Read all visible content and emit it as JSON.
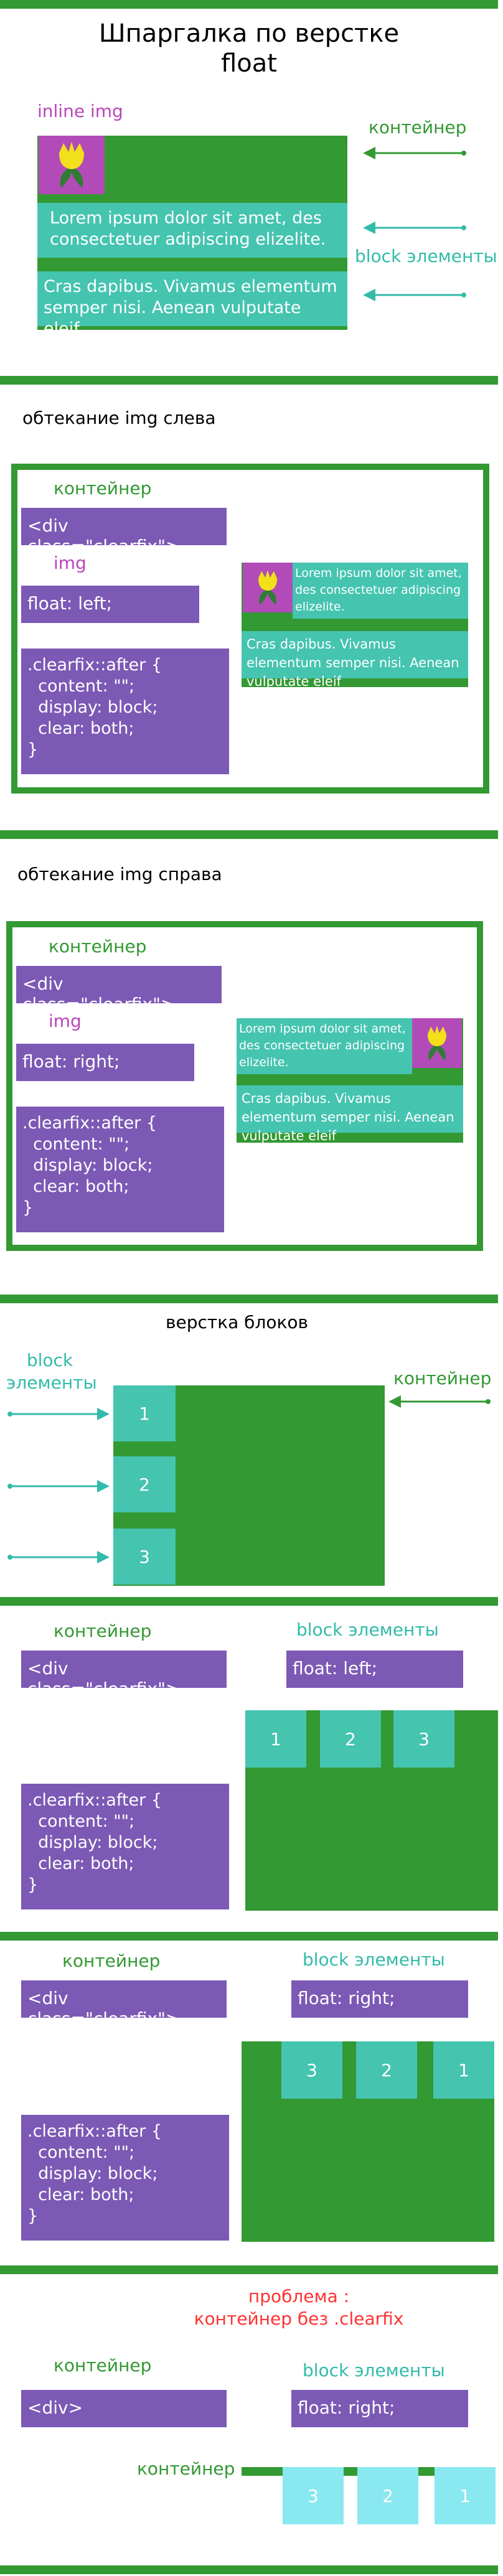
{
  "title": {
    "line1": "Шпаргалка по верстке",
    "line2": "float"
  },
  "colors": {
    "green": "#339933",
    "teal": "#45c4b0",
    "purple": "#7c59b5",
    "magenta": "#b24bb8",
    "red": "#ff3333",
    "light_cyan": "#8ae8f0"
  },
  "section1": {
    "inline_img_label": "inline img",
    "container_label": "контейнер",
    "block_label": "block элементы",
    "text1": "Lorem ipsum dolor sit amet, des consectetuer adipiscing elizelite.",
    "text2": "Cras dapibus. Vivamus elementum semper nisi. Aenean vulputate eleif",
    "icon": "tulip-icon"
  },
  "section2": {
    "heading": "обтекание img слева",
    "container_label": "контейнер",
    "clearfix_div": "<div class=\"clearfix\">",
    "img_label": "img",
    "float_rule": "float: left;",
    "clearfix_code": ".clearfix::after {\n  content: \"\";\n  display: block;\n  clear: both;\n}",
    "text1": "Lorem ipsum dolor sit amet, des consectetuer adipiscing elizelite.",
    "text2": "Cras dapibus. Vivamus elementum semper nisi. Aenean vulputate eleif"
  },
  "section3": {
    "heading": "обтекание img справа",
    "container_label": "контейнер",
    "clearfix_div": "<div class=\"clearfix\">",
    "img_label": "img",
    "float_rule": "float: right;",
    "clearfix_code": ".clearfix::after {\n  content: \"\";\n  display: block;\n  clear: both;\n}",
    "text1": "Lorem ipsum dolor sit amet, des consectetuer adipiscing elizelite.",
    "text2": "Cras dapibus. Vivamus elementum semper nisi. Aenean vulputate eleif"
  },
  "section4": {
    "heading": "верстка блоков",
    "block_label_line1": "block",
    "block_label_line2": "элементы",
    "container_label": "контейнер",
    "blocks": [
      "1",
      "2",
      "3"
    ]
  },
  "section5": {
    "container_label": "контейнер",
    "block_label": "block элементы",
    "clearfix_div": "<div class=\"clearfix\">",
    "float_rule": "float: left;",
    "clearfix_code": ".clearfix::after {\n  content: \"\";\n  display: block;\n  clear: both;\n}",
    "blocks": [
      "1",
      "2",
      "3"
    ]
  },
  "section6": {
    "container_label": "контейнер",
    "block_label": "block элементы",
    "clearfix_div": "<div class=\"clearfix\">",
    "float_rule": "float: right;",
    "clearfix_code": ".clearfix::after {\n  content: \"\";\n  display: block;\n  clear: both;\n}",
    "blocks": [
      "3",
      "2",
      "1"
    ]
  },
  "section7": {
    "problem_line1": "проблема :",
    "problem_line2": "контейнер без .clearfix",
    "container_label": "контейнер",
    "block_label": "block элементы",
    "div_tag": "<div>",
    "float_rule": "float: right;",
    "container_label2": "контейнер",
    "blocks": [
      "3",
      "2",
      "1"
    ]
  }
}
